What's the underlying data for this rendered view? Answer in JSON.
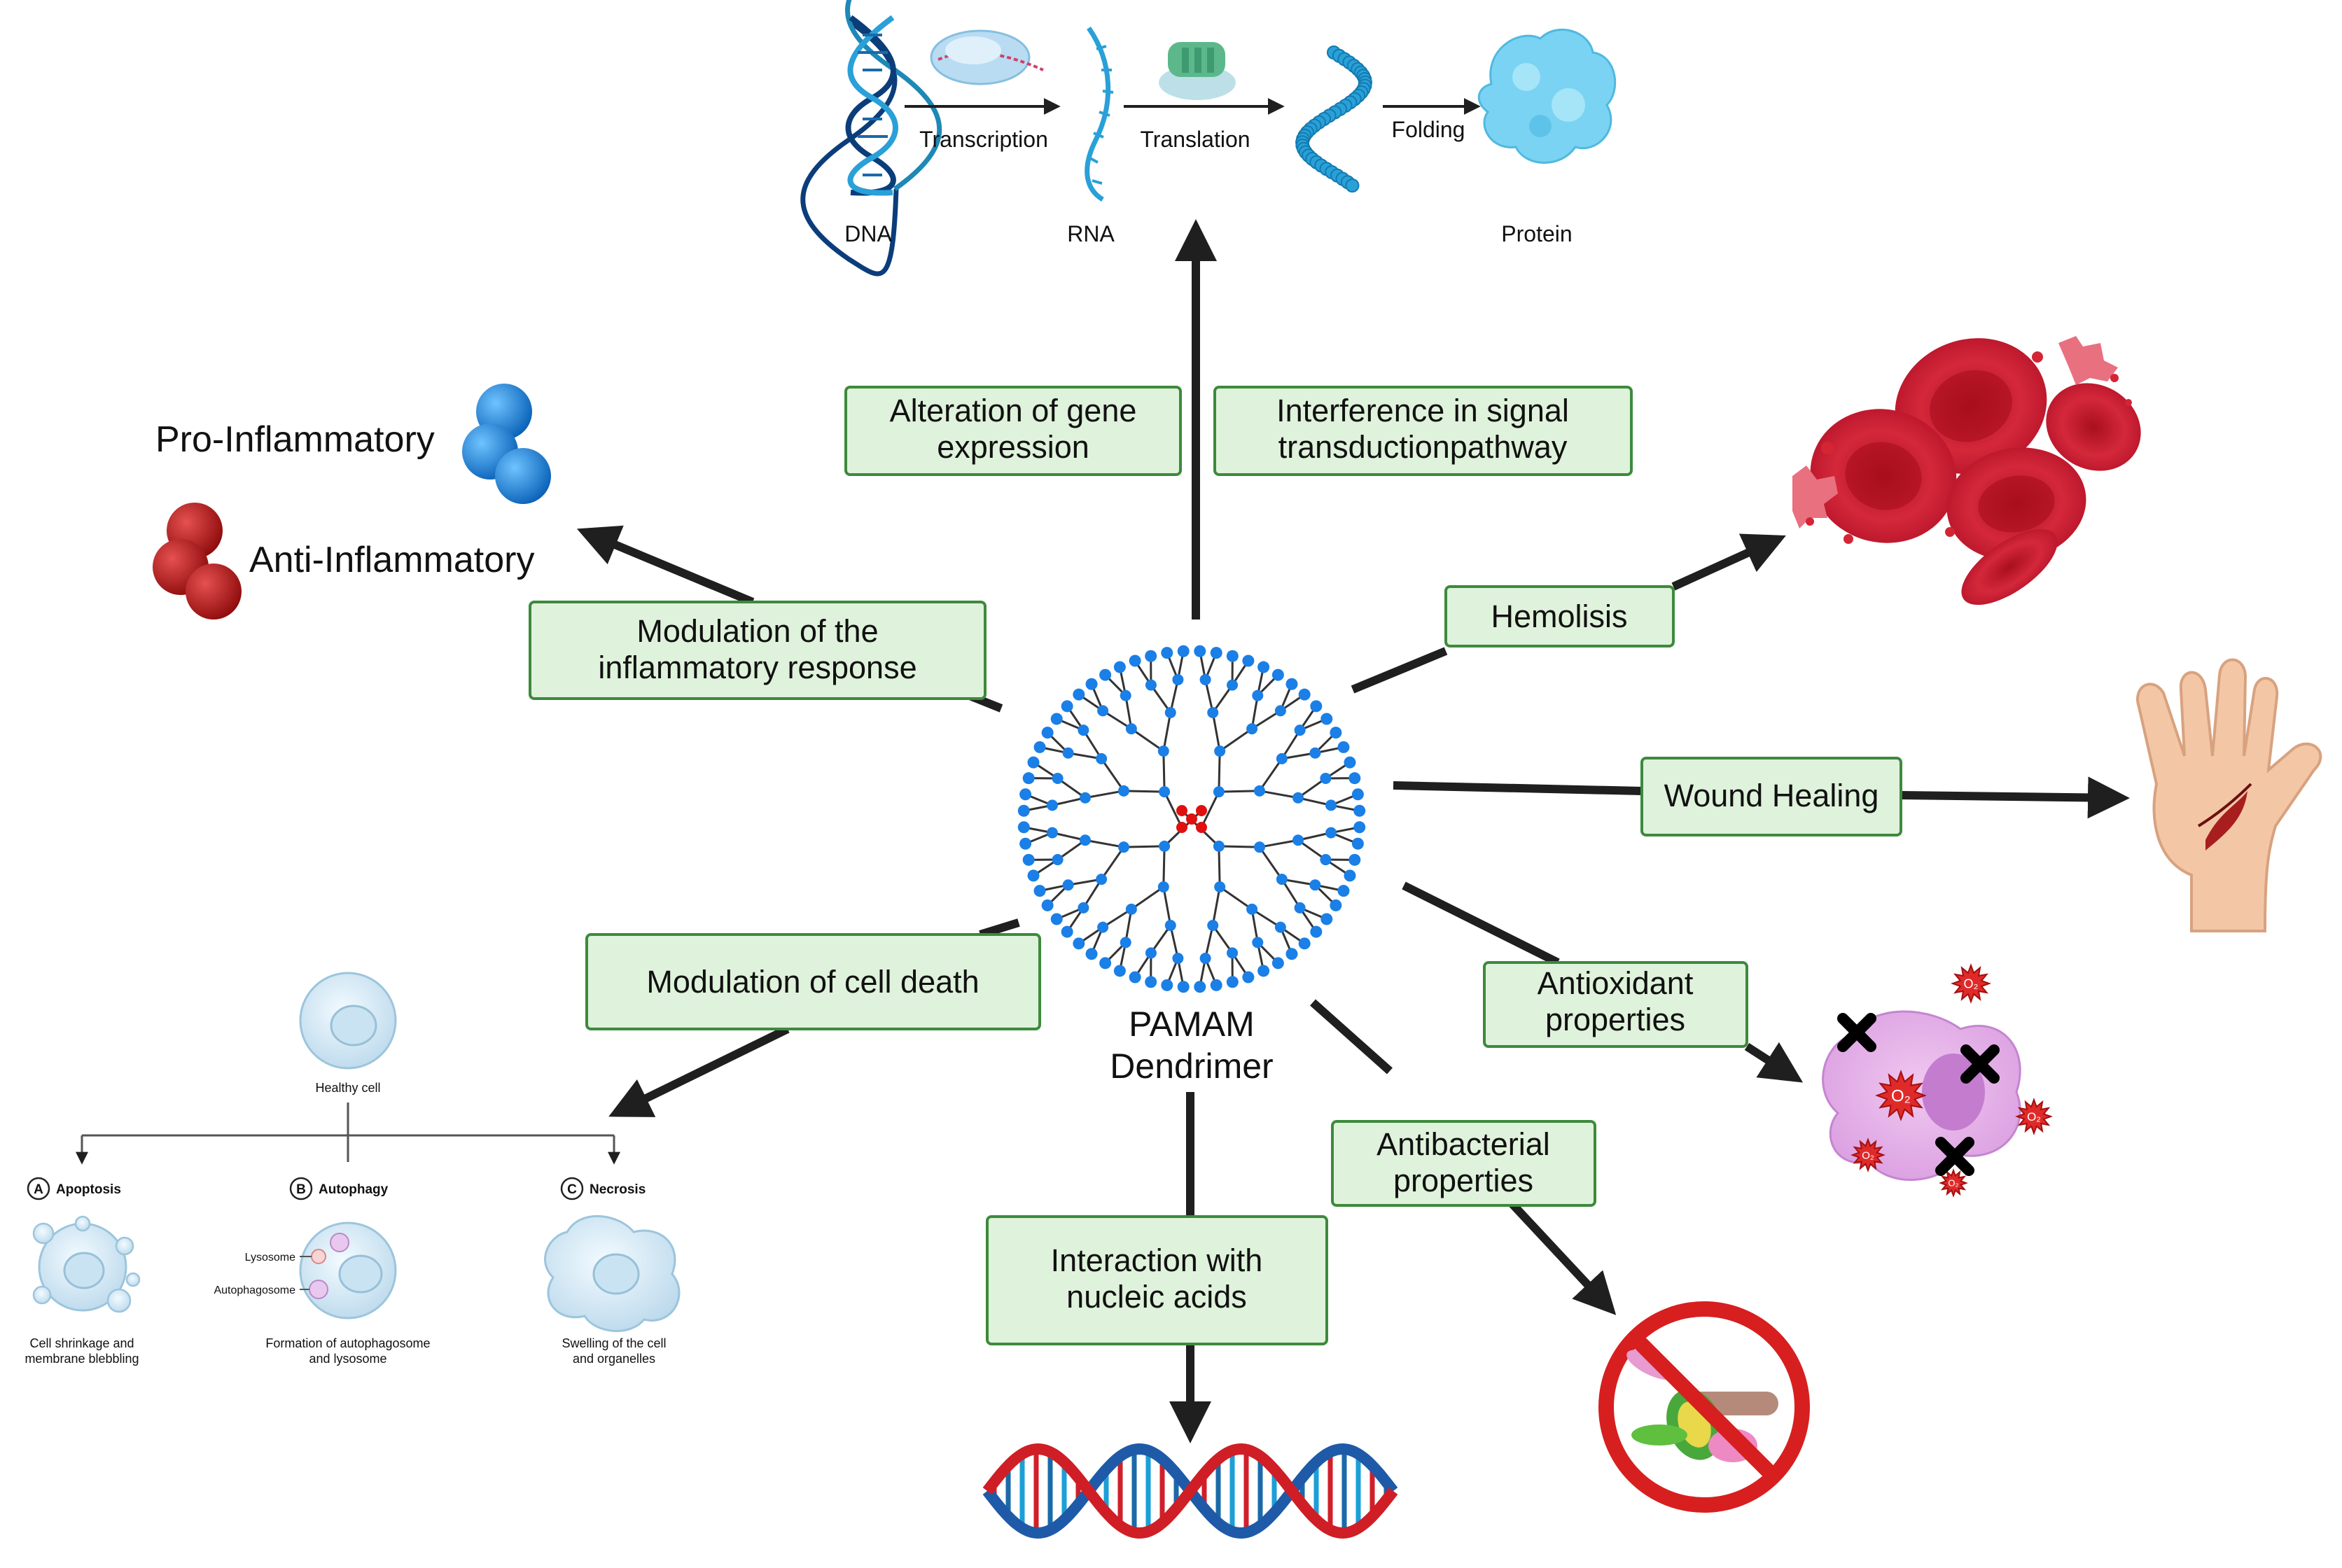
{
  "center": {
    "line1": "PAMAM",
    "line2": "Dendrimer"
  },
  "boxes": {
    "gene_expression": [
      "Alteration of gene",
      "expression"
    ],
    "signal": [
      "Interference in signal",
      "transductionpathway"
    ],
    "inflammatory": [
      "Modulation of the",
      "inflammatory response"
    ],
    "hemolisis": [
      "Hemolisis"
    ],
    "wound": [
      "Wound Healing"
    ],
    "cell_death": [
      "Modulation of cell death"
    ],
    "antioxidant": [
      "Antioxidant",
      "properties"
    ],
    "antibacterial": [
      "Antibacterial",
      "properties"
    ],
    "nucleic": [
      "Interaction with",
      "nucleic acids"
    ]
  },
  "central_dogma": {
    "dna": "DNA",
    "rna": "RNA",
    "protein": "Protein",
    "transcription": "Transcription",
    "translation": "Translation",
    "folding": "Folding"
  },
  "inflammation": {
    "pro": "Pro-Inflammatory",
    "anti": "Anti-Inflammatory"
  },
  "cell_death": {
    "healthy": "Healthy cell",
    "a_letter": "A",
    "a_title": "Apoptosis",
    "b_letter": "B",
    "b_title": "Autophagy",
    "c_letter": "C",
    "c_title": "Necrosis",
    "lysosome": "Lysosome",
    "autophagosome": "Autophagosome",
    "a_desc": [
      "Cell shrinkage and",
      "membrane blebbling"
    ],
    "b_desc": [
      "Formation of autophagosome",
      "and lysosome"
    ],
    "c_desc": [
      "Swelling of the cell",
      "and organelles"
    ]
  },
  "ros": {
    "symbol": "O₂"
  },
  "colors": {
    "box_fill": "#dff2db",
    "box_stroke": "#3d8a3d",
    "arrow": "#1f1f1f",
    "node_blue": "#1a7fe6",
    "core_red": "#e01010"
  }
}
